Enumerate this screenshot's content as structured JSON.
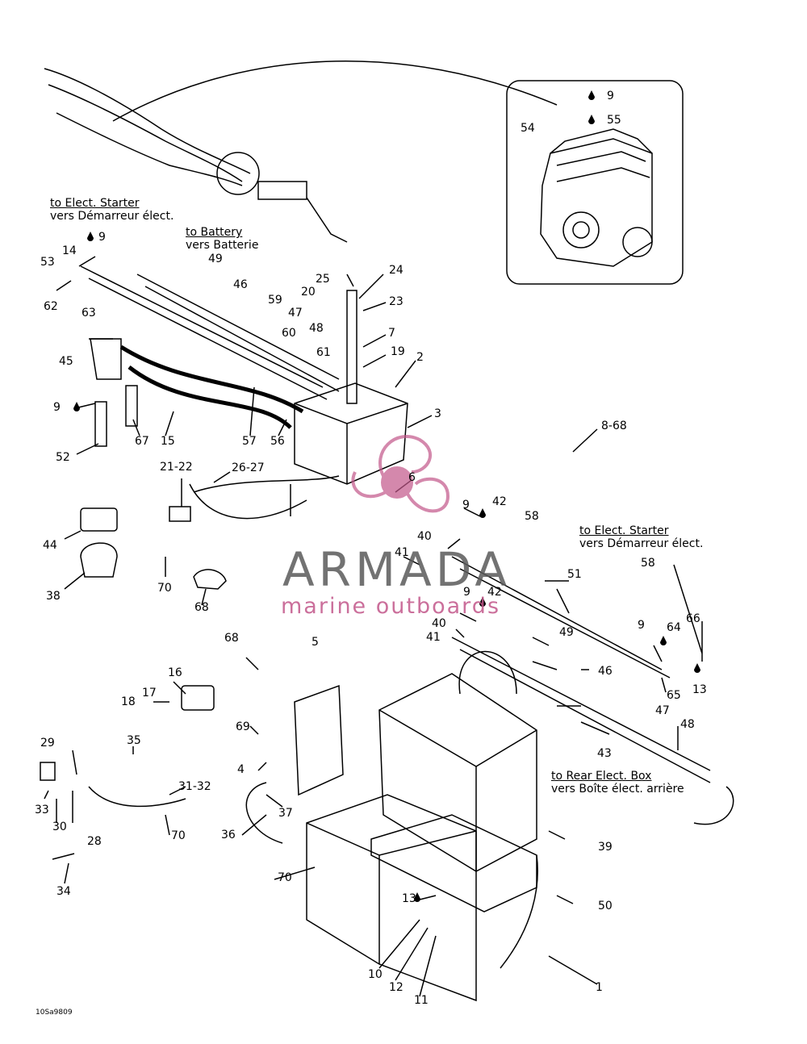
{
  "notes": {
    "starter_left": {
      "line1": "to Elect. Starter",
      "line2": "vers Démarreur élect."
    },
    "battery": {
      "line1": "to Battery",
      "line2": "vers Batterie"
    },
    "starter_right": {
      "line1": "to Elect. Starter",
      "line2": "vers Démarreur élect."
    },
    "rear_box": {
      "line1": "to Rear Elect. Box",
      "line2": "vers Boîte élect. arrière"
    }
  },
  "labels": [
    "9",
    "55",
    "54",
    "9",
    "53",
    "14",
    "62",
    "49",
    "63",
    "46",
    "59",
    "47",
    "45",
    "60",
    "48",
    "61",
    "9",
    "52",
    "67",
    "15",
    "57",
    "56",
    "25",
    "20",
    "24",
    "23",
    "7",
    "19",
    "2",
    "3",
    "8-68",
    "21-22",
    "26-27",
    "6",
    "44",
    "38",
    "70",
    "68",
    "9",
    "42",
    "58",
    "40",
    "41",
    "51",
    "58",
    "9",
    "42",
    "40",
    "41",
    "9",
    "64",
    "66",
    "65",
    "13",
    "49",
    "46",
    "47",
    "48",
    "43",
    "68",
    "5",
    "16",
    "17",
    "18",
    "69",
    "4",
    "29",
    "35",
    "31-32",
    "33",
    "30",
    "28",
    "70",
    "36",
    "37",
    "34",
    "70",
    "39",
    "13",
    "50",
    "10",
    "12",
    "11",
    "1"
  ],
  "drawing_code": "10Sa9809",
  "watermark": {
    "brand": "ARMADA",
    "tagline": "marine outboards"
  },
  "colors": {
    "line": "#000000",
    "watermark_gray": "#5a5a5a",
    "watermark_pink": "#c2578a"
  }
}
